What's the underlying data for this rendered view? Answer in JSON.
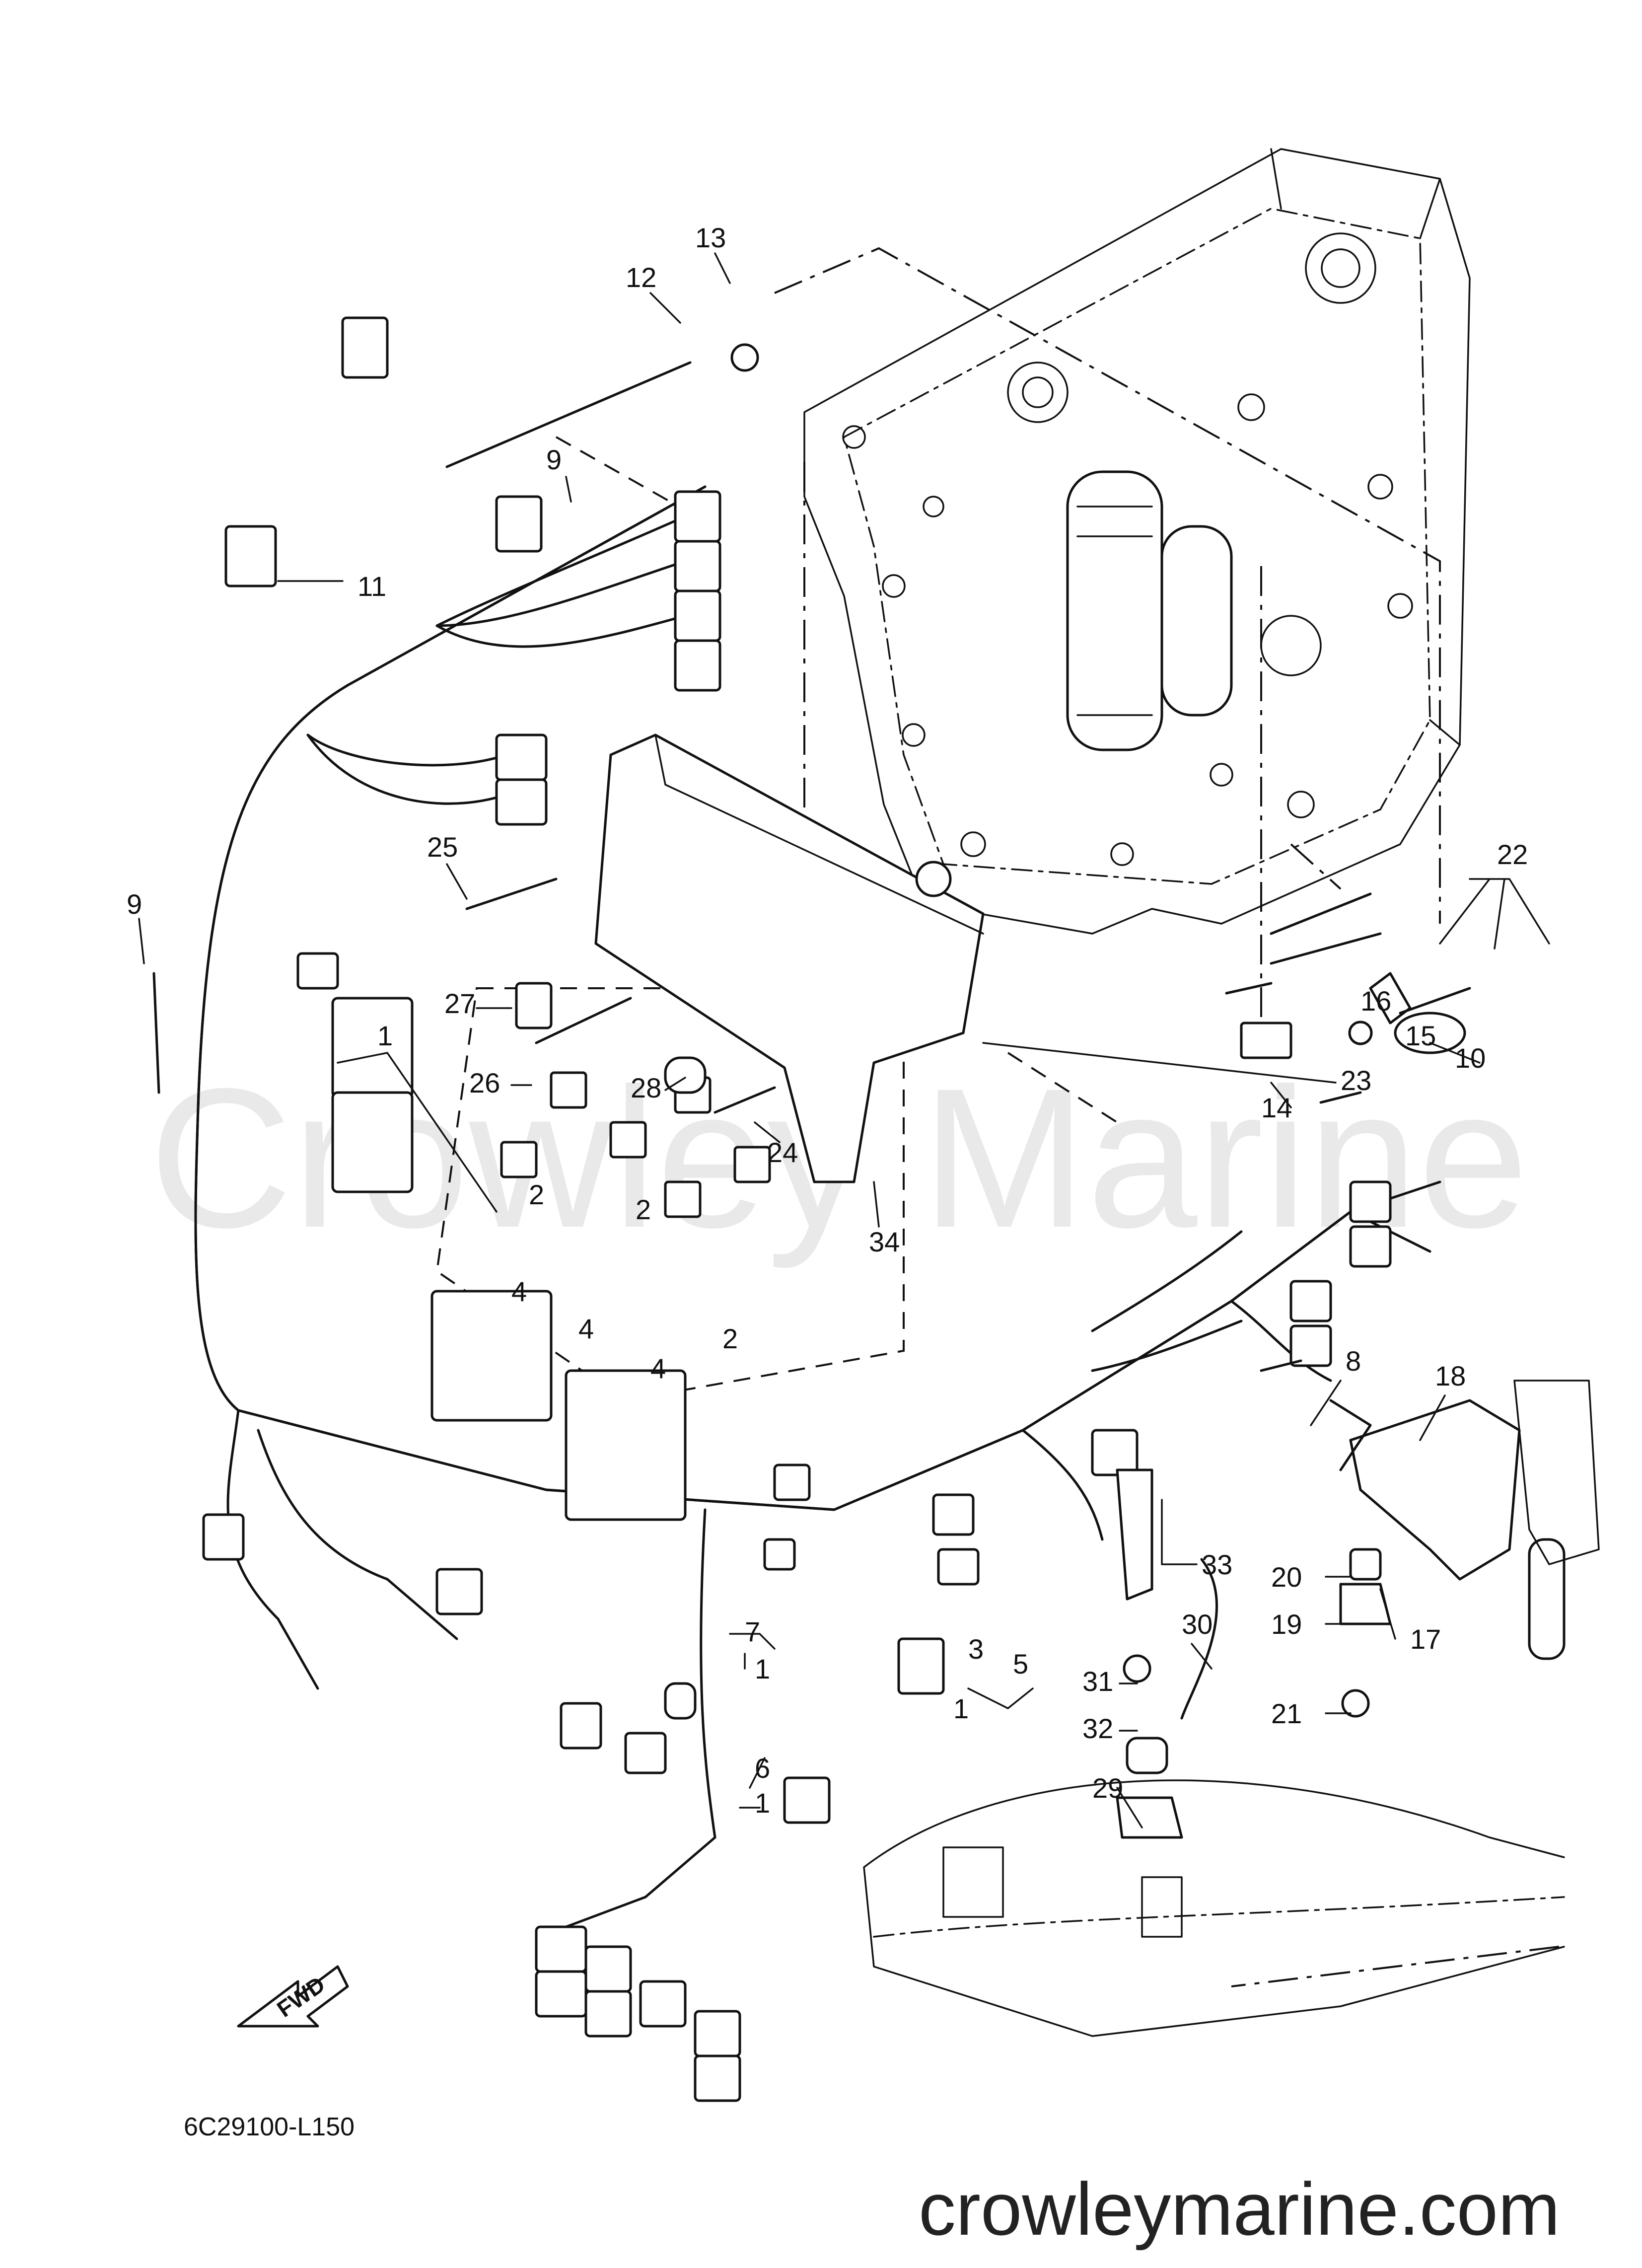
{
  "diagram": {
    "drawing_code": "6C29100-L150",
    "watermark": "Crowley Marine",
    "site": "crowleymarine.com",
    "direction_label": "FWD",
    "callouts": [
      "1",
      "1",
      "1",
      "1",
      "2",
      "2",
      "2",
      "3",
      "4",
      "4",
      "4",
      "5",
      "6",
      "7",
      "8",
      "9",
      "9",
      "10",
      "11",
      "12",
      "13",
      "14",
      "15",
      "16",
      "17",
      "18",
      "19",
      "20",
      "21",
      "22",
      "23",
      "24",
      "25",
      "26",
      "27",
      "28",
      "29",
      "30",
      "31",
      "32",
      "33",
      "34"
    ]
  }
}
